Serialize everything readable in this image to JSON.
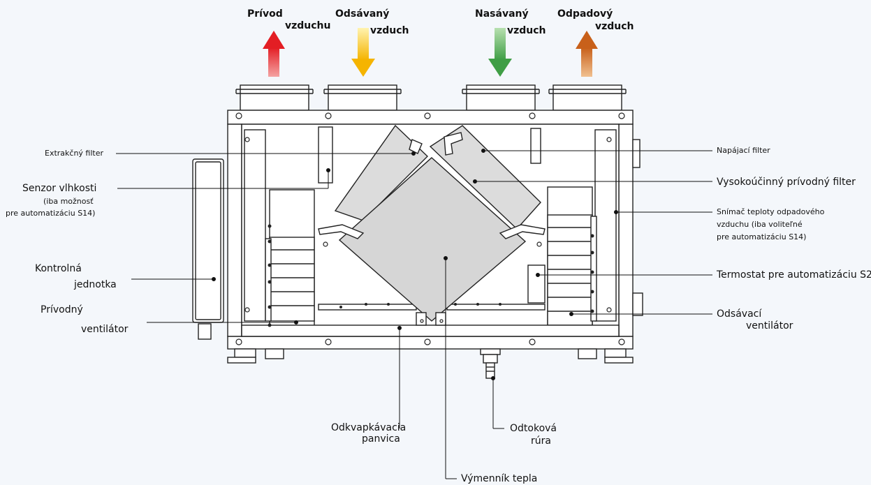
{
  "airflows": {
    "privod_1": "Prívod",
    "privod_2": "vzduchu",
    "odsavany_1": "Odsávaný",
    "odsavany_2": "vzduch",
    "nasavany_1": "Nasávaný",
    "nasavany_2": "vzduch",
    "odpadovy_1": "Odpadový",
    "odpadovy_2": "vzduch"
  },
  "arrow_colors": {
    "privod": "#e31e24",
    "odsavany": "#f5b400",
    "nasavany": "#3f9e45",
    "odpadovy": "#d2691e"
  },
  "labels": {
    "extract_filter": "Extrakčný filter",
    "humidity_1": "Senzor vlhkosti",
    "humidity_2": "(iba možnosť",
    "humidity_3": "pre automatizáciu S14)",
    "control_1": "Kontrolná",
    "control_2": "jednotka",
    "supply_fan_1": "Prívodný",
    "supply_fan_2": "ventilátor",
    "supply_filter": "Napájací filter",
    "hi_eff_filter": "Vysokoúčinný prívodný filter",
    "exhaust_temp_1": "Snímač teploty odpadového",
    "exhaust_temp_2": "vzduchu (iba voliteľné",
    "exhaust_temp_3": "pre automatizáciu S14)",
    "thermostat": "Termostat pre automatizáciu S2",
    "exhaust_fan_1": "Odsávací",
    "exhaust_fan_2": "ventilátor",
    "drip_1": "Odkvapkávacia",
    "drip_2": "panvica",
    "drain_1": "Odtoková",
    "drain_2": "rúra",
    "hex": "Výmenník tepla"
  }
}
